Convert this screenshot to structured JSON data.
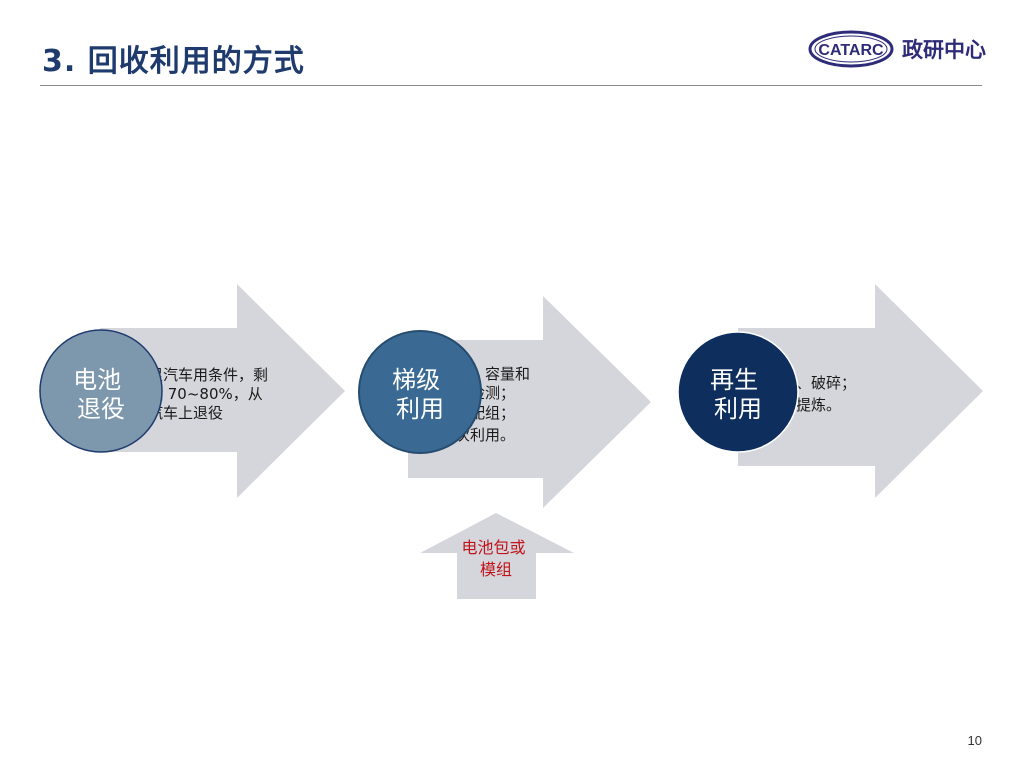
{
  "title": "3. 回收利用的方式",
  "logo": {
    "mark": "CATARC",
    "text": "政研中心"
  },
  "steps": [
    {
      "circle_lines": [
        "电池",
        "退役"
      ],
      "circle_color": "#7d97ad",
      "desc_lines": [
        "不满足汽车用条件，剩",
        "余容量 70~80%，从",
        "电动汽车上退役"
      ]
    },
    {
      "circle_lines": [
        "梯级",
        "利用"
      ],
      "circle_color": "#3a6a93",
      "desc_lines": [
        "拆解，容量和",
        "寿命检测；",
        "重新配组；",
        "梯次利用。"
      ]
    },
    {
      "circle_lines": [
        "再生",
        "利用"
      ],
      "circle_color": "#0e2f5e",
      "desc_lines": [
        "拆解、破碎；",
        "原料提炼。"
      ]
    }
  ],
  "input_arrow": {
    "lines": [
      "电池包或",
      "模组"
    ],
    "text_color": "#c0141b"
  },
  "page_number": "10",
  "colors": {
    "arrow_fill": "#d5d6dc",
    "title": "#1f3b6e"
  }
}
